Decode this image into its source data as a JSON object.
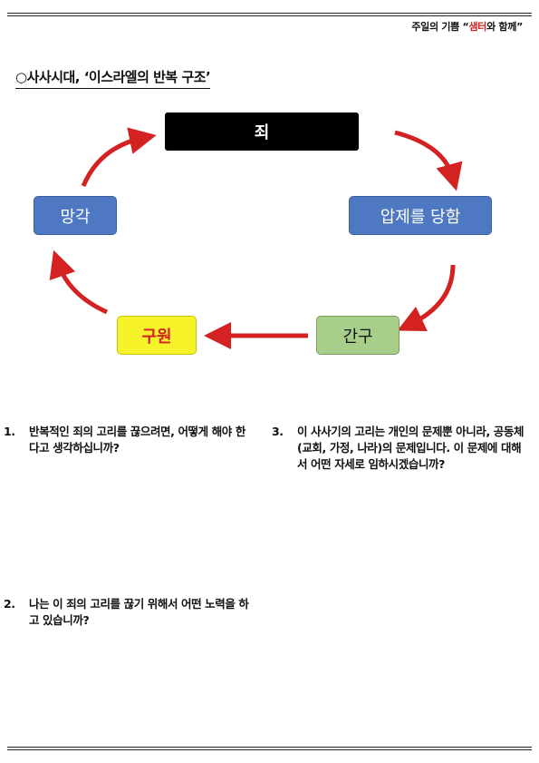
{
  "header": {
    "prefix": "주일의 기쁨 “",
    "accent": "샘터",
    "suffix": "와 함께”"
  },
  "section_title": "○사사시대, ‘이스라엘의 반복 구조’",
  "cycle": {
    "sin": "죄",
    "oppression": "압제를 당함",
    "cry": "간구",
    "salvation": "구원",
    "forgetting": "망각"
  },
  "colors": {
    "arrow": "#d42222",
    "blue_box": "#4f78c3",
    "yellow_box": "#f7f32a",
    "green_box": "#a8cf8a"
  },
  "questions": [
    {
      "number": "1.",
      "text": "반복적인 죄의 고리를 끊으려면, 어떻게 해야 한다고 생각하십니까?"
    },
    {
      "number": "2.",
      "text": "나는 이 죄의 고리를 끊기 위해서 어떤 노력을 하고 있습니까?"
    },
    {
      "number": "3.",
      "text": "이 사사기의 고리는 개인의 문제뿐 아니라, 공동체(교회, 가정, 나라)의 문제입니다. 이 문제에 대해서 어떤 자세로 임하시겠습니까?"
    }
  ]
}
